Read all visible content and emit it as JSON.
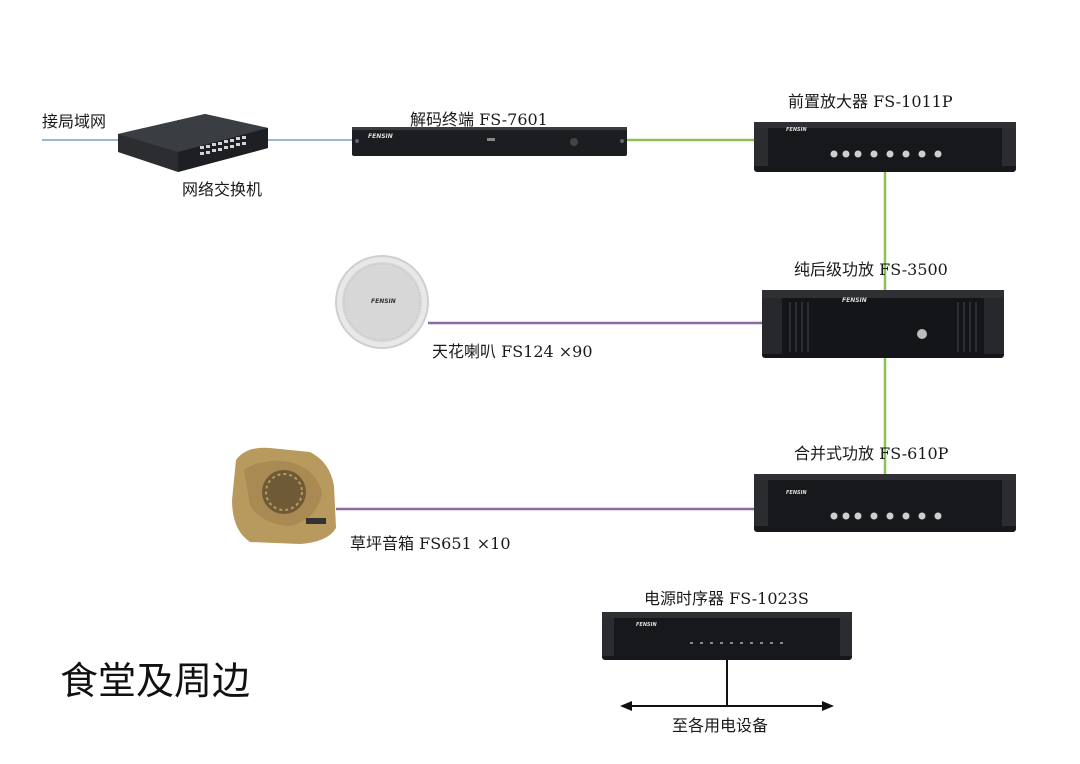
{
  "title": "食堂及周边",
  "nodes": {
    "lan": "接局域网",
    "switch": "网络交换机",
    "decoder": "解码终端 FS-7601",
    "preamp": "前置放大器 FS-1011P",
    "power_amp": "纯后级功放 FS-3500",
    "ceiling_speaker": "天花喇叭 FS124 ×90",
    "mixer_amp": "合并式功放 FS-610P",
    "lawn_speaker": "草坪音箱 FS651 ×10",
    "sequencer": "电源时序器 FS-1023S",
    "to_devices": "至各用电设备"
  },
  "brand": "FENSIN",
  "colors": {
    "network_line": "#9ab9cf",
    "signal_line": "#8cc152",
    "speaker_line": "#8a6aa0",
    "arrow_line": "#111111"
  }
}
